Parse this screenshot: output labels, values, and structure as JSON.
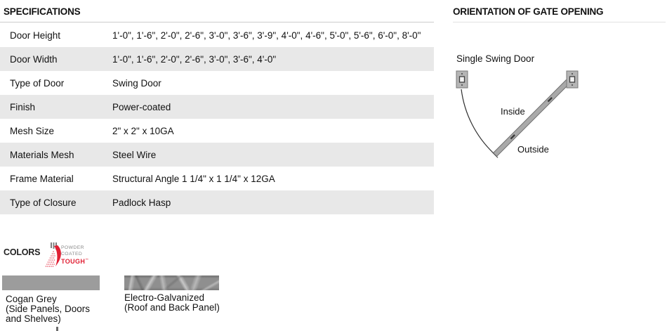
{
  "specifications": {
    "title": "SPECIFICATIONS",
    "rows": [
      {
        "label": "Door Height",
        "value": "1'-0\", 1'-6\", 2'-0\", 2'-6\", 3'-0\", 3'-6\", 3'-9\", 4'-0\", 4'-6\", 5'-0\", 5'-6\", 6'-0\", 8'-0\""
      },
      {
        "label": "Door Width",
        "value": "1'-0\", 1'-6\", 2'-0\", 2'-6\", 3'-0\", 3'-6\", 4'-0\""
      },
      {
        "label": "Type of Door",
        "value": "Swing Door"
      },
      {
        "label": "Finish",
        "value": "Power-coated"
      },
      {
        "label": "Mesh Size",
        "value": "2\" x 2\" x 10GA"
      },
      {
        "label": "Materials Mesh",
        "value": "Steel Wire"
      },
      {
        "label": "Frame Material",
        "value": "Structural Angle 1 1/4\" x 1 1/4\" x 12GA"
      },
      {
        "label": "Type of Closure",
        "value": "Padlock Hasp"
      }
    ]
  },
  "orientation": {
    "title": "ORIENTATION OF GATE OPENING",
    "diagram_title": "Single Swing Door",
    "inside_label": "Inside",
    "outside_label": "Outside"
  },
  "colors_section": {
    "title": "COLORS",
    "logo": {
      "line1": "POWDER",
      "line2": "COATED",
      "line3": "TOUGH",
      "tm": "™"
    },
    "swatches": [
      {
        "name": "Cogan Grey",
        "caption": "(Side Panels, Doors\nand Shelves)",
        "hex": "#9c9c9c"
      },
      {
        "name": "Electro-Galvanized",
        "caption": "(Roof and Back Panel)",
        "hex": "#8f8f8f"
      }
    ]
  },
  "theme": {
    "row_stripe": "#e8e8e8",
    "brand_red": "#e11f33",
    "diagram_metal_grey": "#a9a9a9"
  }
}
